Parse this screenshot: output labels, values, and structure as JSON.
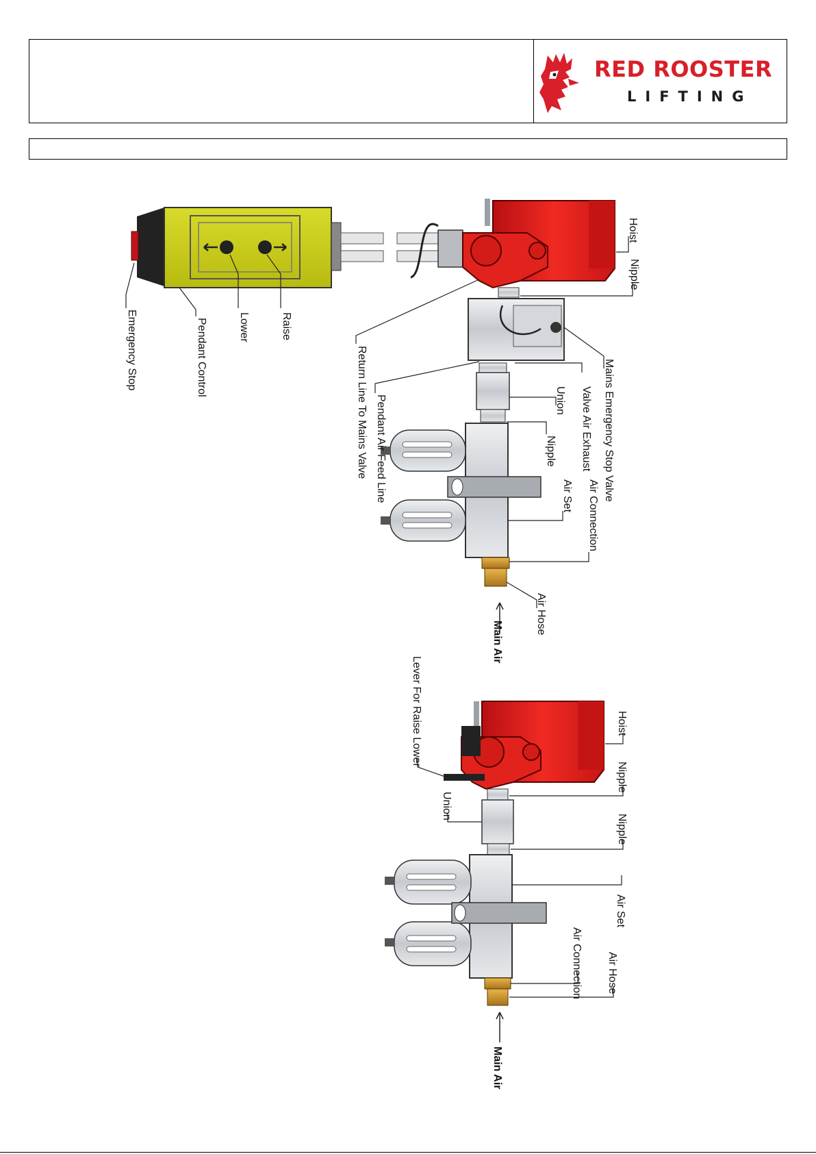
{
  "logo": {
    "brand_top": "RED ROOSTER",
    "brand_bottom": "LIFTING",
    "colors": {
      "red": "#d81f2a",
      "dark": "#1c1c1c"
    }
  },
  "diagram1": {
    "labels": {
      "hoist": "Hoist",
      "nipple_hoist": "Nipple",
      "mains_emergency_stop_valve": "Mains Emergency Stop Valve",
      "valve_air_exhaust": "Valve Air Exhaust",
      "union": "Union",
      "nipple_lower": "Nipple",
      "air_connection": "Air Connection",
      "air_set": "Air Set",
      "air_hose": "Air Hose",
      "main_air": "Main Air",
      "pendant_air_feed_line": "Pendant Air Feed Line",
      "return_line_to_mains_valve": "Return Line To Mains Valve",
      "raise": "Raise",
      "lower": "Lower",
      "pendant_control": "Pendant Control",
      "emergency_stop": "Emergency Stop"
    }
  },
  "diagram2": {
    "labels": {
      "hoist": "Hoist",
      "nipple_upper": "Nipple",
      "nipple_lower": "Nipple",
      "air_set": "Air Set",
      "air_connection": "Air Connection",
      "air_hose": "Air Hose",
      "main_air": "Main Air",
      "union": "Union",
      "lever_for_raise_lower": "Lever For Raise Lower"
    }
  },
  "colors": {
    "hoist_red": "#e01a1a",
    "pendant_yellow": "#c9cc17",
    "grey_metal": "#cfd2d6",
    "brass": "#c9962a"
  }
}
